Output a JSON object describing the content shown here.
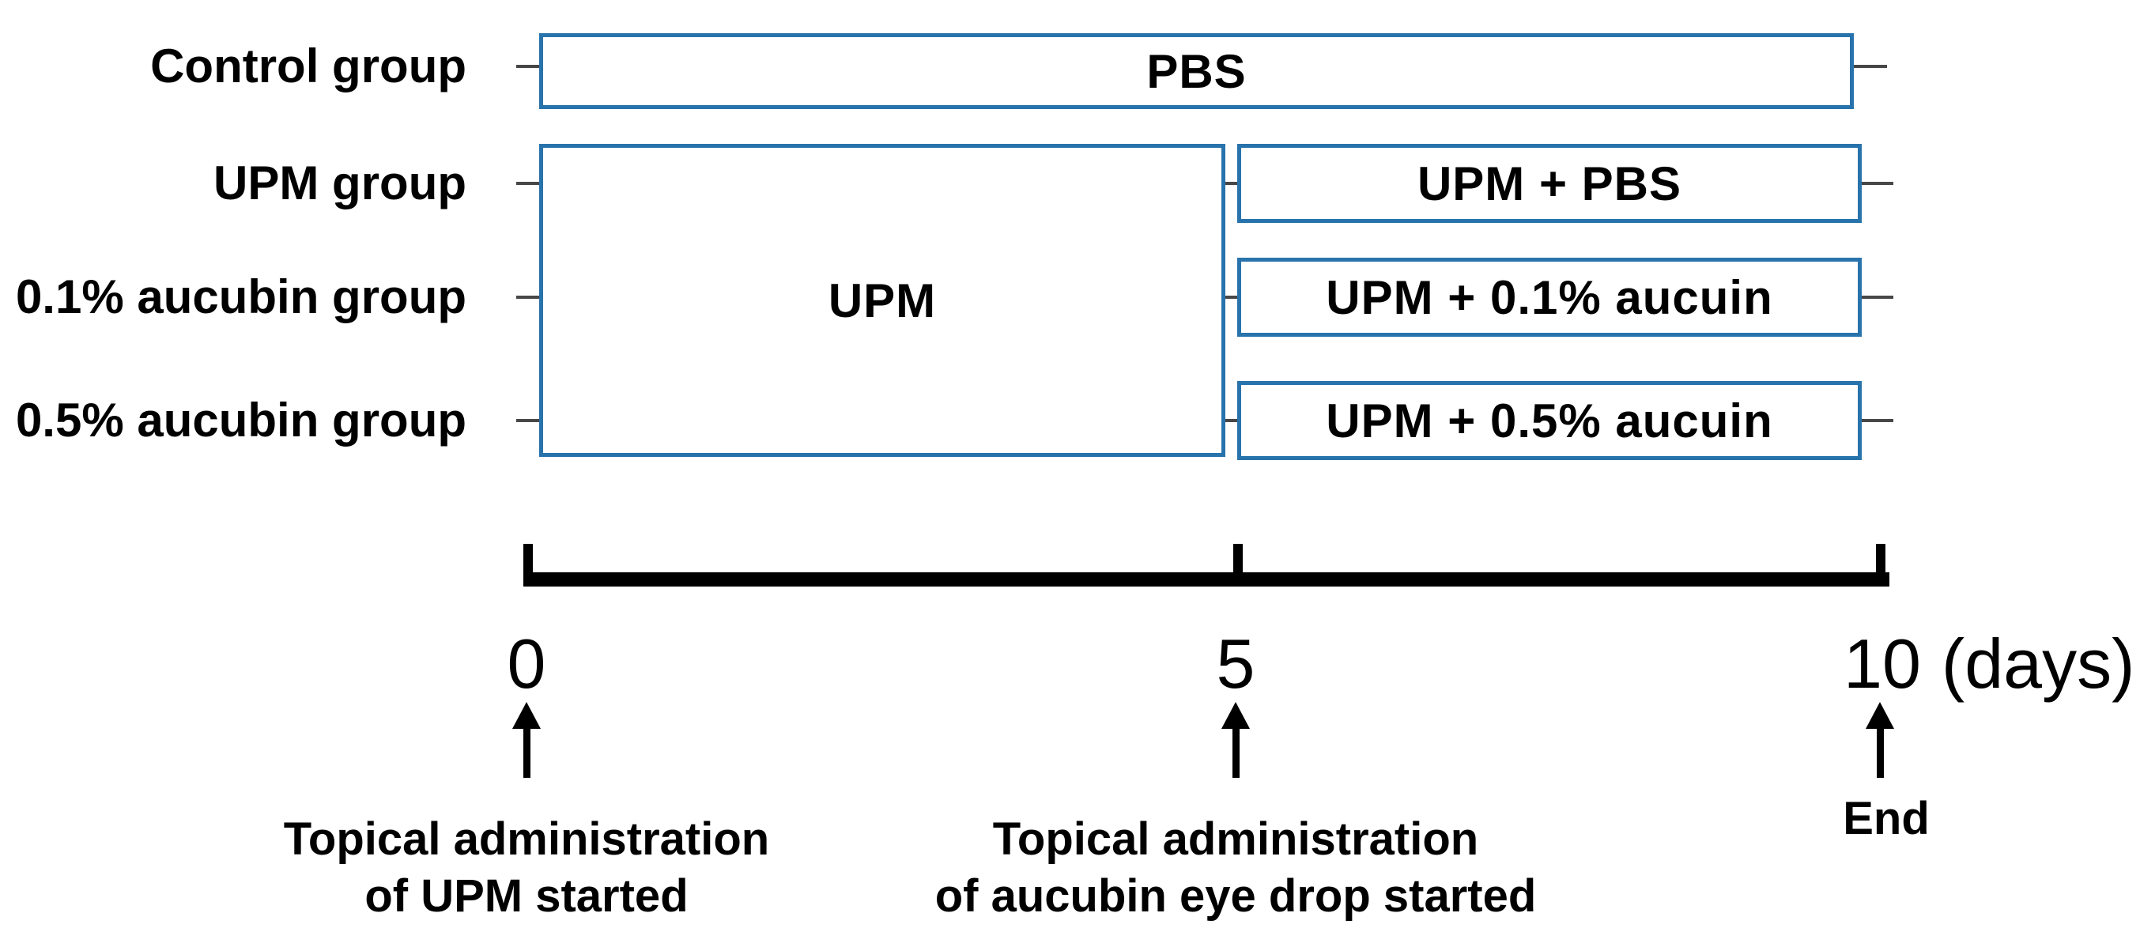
{
  "figure": {
    "background": "#ffffff",
    "accent_blue": "#2873ac",
    "tick_gray": "#474747",
    "line_black": "#000000",
    "group_labels": [
      "Control group",
      "UPM group",
      "0.1% aucubin group",
      "0.5% aucubin group"
    ],
    "boxes": {
      "pbs": {
        "label": "PBS"
      },
      "upm": {
        "label": "UPM"
      },
      "upm_pbs": {
        "label": "UPM + PBS"
      },
      "upm_aucubin_01": {
        "label": "UPM + 0.1% aucuin"
      },
      "upm_aucubin_05": {
        "label": "UPM + 0.5% aucuin"
      }
    },
    "timeline": {
      "tick_labels": [
        "0",
        "5",
        "10"
      ],
      "unit_label": "(days)"
    },
    "annotations": {
      "day0": {
        "line1": "Topical administration",
        "line2": "of UPM started"
      },
      "day5": {
        "line1": "Topical administration",
        "line2": "of aucubin eye drop started"
      },
      "day10": {
        "line1": "End"
      }
    }
  }
}
